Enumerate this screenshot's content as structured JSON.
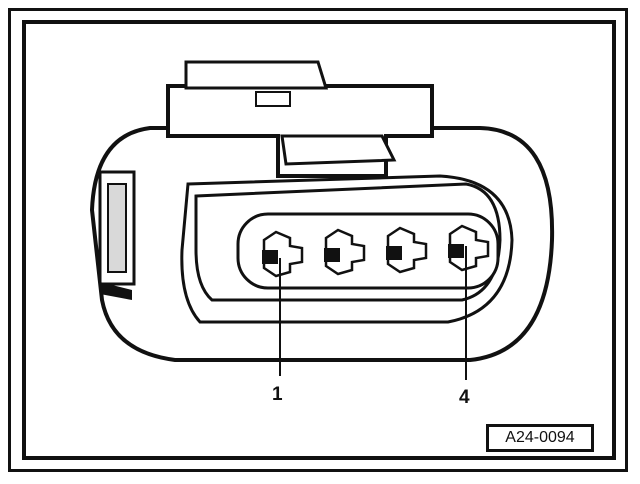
{
  "diagram": {
    "subject": "connector-4-pin",
    "pin_count": 4,
    "labels": {
      "pin_first": "1",
      "pin_last": "4"
    },
    "reference_code": "A24-0094"
  },
  "colors": {
    "ink": "#111111",
    "paper": "#ffffff",
    "shade": "#d9d9d9"
  }
}
